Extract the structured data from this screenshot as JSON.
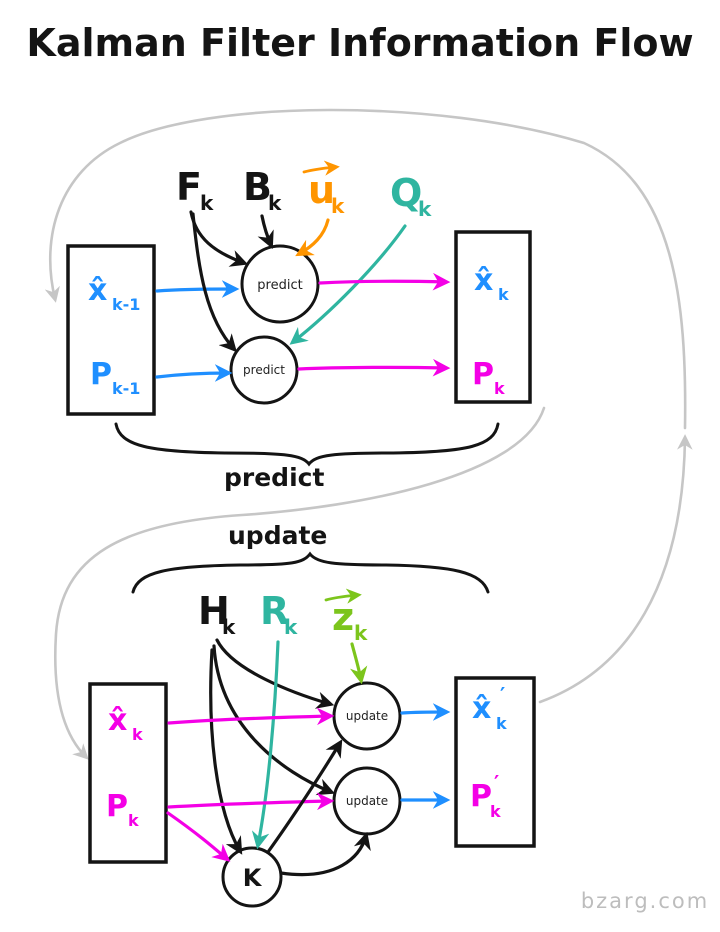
{
  "title": "Kalman Filter Information Flow",
  "watermark": "bzarg.com",
  "colors": {
    "blue": "#1f8fff",
    "magenta": "#f400e6",
    "orange": "#ff9500",
    "teal": "#2fb5a0",
    "green": "#7cc51c",
    "gray": "#c6c6c6",
    "ink": "#141414"
  },
  "predict": {
    "section_label": "predict",
    "inputs": {
      "F": {
        "base": "F",
        "sub": "k"
      },
      "B": {
        "base": "B",
        "sub": "k"
      },
      "u": {
        "base": "u",
        "sub": "k"
      },
      "Q": {
        "base": "Q",
        "sub": "k"
      }
    },
    "prev_state": {
      "xhat": {
        "base": "x̂",
        "sub": "k-1"
      },
      "P": {
        "base": "P",
        "sub": "k-1"
      }
    },
    "nodes": {
      "top": "predict",
      "bottom": "predict"
    },
    "out_state": {
      "xhat": {
        "base": "x̂",
        "sub": "k"
      },
      "P": {
        "base": "P",
        "sub": "k"
      }
    }
  },
  "update": {
    "section_label": "update",
    "inputs": {
      "H": {
        "base": "H",
        "sub": "k"
      },
      "R": {
        "base": "R",
        "sub": "k"
      },
      "z": {
        "base": "z",
        "sub": "k"
      }
    },
    "in_state": {
      "xhat": {
        "base": "x̂",
        "sub": "k"
      },
      "P": {
        "base": "P",
        "sub": "k"
      }
    },
    "nodes": {
      "top": "update",
      "bottom": "update",
      "gain": "K"
    },
    "out_state": {
      "xhat": {
        "base": "x̂",
        "sub": "k",
        "prime": "′"
      },
      "P": {
        "base": "P",
        "sub": "k",
        "prime": "′"
      }
    }
  }
}
